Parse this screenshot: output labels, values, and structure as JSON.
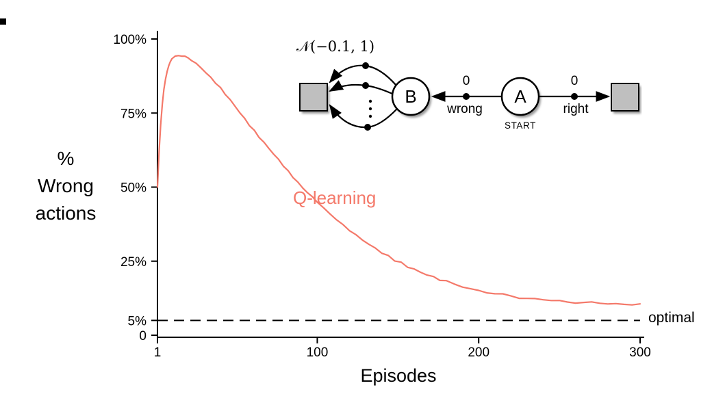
{
  "figure": {
    "ylabel_lines": [
      "%",
      "Wrong",
      "actions"
    ],
    "xlabel": "Episodes",
    "curve_label": "Q-learning",
    "optimal_label": "optimal",
    "colors": {
      "curve": "#f4796a",
      "axis": "#000000",
      "terminal_fill": "#bfbfbf"
    }
  },
  "diagram": {
    "noise_label": "𝒩(−0.1, 1)",
    "state_b_label": "B",
    "state_a_label": "A",
    "start_label": "START",
    "left_action_label": "wrong",
    "right_action_label": "right",
    "left_reward_label": "0",
    "right_reward_label": "0"
  },
  "chart_data": {
    "type": "line",
    "title": "",
    "xlabel": "Episodes",
    "ylabel": "% Wrong actions",
    "xlim": [
      1,
      300
    ],
    "ylim": [
      0,
      100
    ],
    "grid": false,
    "legend_position": "none",
    "xticks": [
      {
        "v": 1,
        "label": "1"
      },
      {
        "v": 100,
        "label": "100"
      },
      {
        "v": 200,
        "label": "200"
      },
      {
        "v": 300,
        "label": "300"
      }
    ],
    "yticks": [
      {
        "v": 100,
        "label": "100%"
      },
      {
        "v": 75,
        "label": "75%"
      },
      {
        "v": 50,
        "label": "50%"
      },
      {
        "v": 25,
        "label": "25%"
      },
      {
        "v": 5,
        "label": "5%"
      },
      {
        "v": 0,
        "label": "0"
      }
    ],
    "series": [
      {
        "name": "Q-learning",
        "type": "line",
        "color": "#f4796a",
        "points": [
          [
            1,
            50
          ],
          [
            2,
            62
          ],
          [
            3,
            71
          ],
          [
            4,
            78
          ],
          [
            5,
            83
          ],
          [
            6,
            86.5
          ],
          [
            7,
            89
          ],
          [
            8,
            91
          ],
          [
            9,
            92.4
          ],
          [
            10,
            93.3
          ],
          [
            12,
            94.1
          ],
          [
            14,
            94.5
          ],
          [
            16,
            94.3
          ],
          [
            18,
            94
          ],
          [
            20,
            93.6
          ],
          [
            22,
            93
          ],
          [
            25,
            91.8
          ],
          [
            28,
            90.4
          ],
          [
            31,
            88.8
          ],
          [
            34,
            87
          ],
          [
            37,
            85.2
          ],
          [
            40,
            83.3
          ],
          [
            43,
            81.3
          ],
          [
            46,
            79.3
          ],
          [
            49,
            77.3
          ],
          [
            52,
            75.2
          ],
          [
            55,
            73.2
          ],
          [
            58,
            71.1
          ],
          [
            61,
            69.1
          ],
          [
            64,
            67
          ],
          [
            67,
            65
          ],
          [
            70,
            63
          ],
          [
            73,
            61
          ],
          [
            76,
            59.1
          ],
          [
            79,
            57.2
          ],
          [
            82,
            55.3
          ],
          [
            85,
            53.5
          ],
          [
            88,
            51.7
          ],
          [
            91,
            49.9
          ],
          [
            94,
            48.2
          ],
          [
            97,
            46.6
          ],
          [
            100,
            45
          ],
          [
            104,
            42.9
          ],
          [
            108,
            40.9
          ],
          [
            112,
            39
          ],
          [
            116,
            37.2
          ],
          [
            120,
            35.4
          ],
          [
            124,
            33.8
          ],
          [
            128,
            32.2
          ],
          [
            132,
            30.7
          ],
          [
            136,
            29.3
          ],
          [
            140,
            27.9
          ],
          [
            144,
            26.6
          ],
          [
            148,
            25.4
          ],
          [
            152,
            24.3
          ],
          [
            156,
            23.2
          ],
          [
            160,
            22.2
          ],
          [
            164,
            21.3
          ],
          [
            168,
            20.4
          ],
          [
            172,
            19.6
          ],
          [
            176,
            18.8
          ],
          [
            180,
            18.1
          ],
          [
            185,
            17.1
          ],
          [
            190,
            16.4
          ],
          [
            195,
            15.7
          ],
          [
            200,
            15.1
          ],
          [
            205,
            14.5
          ],
          [
            210,
            14
          ],
          [
            215,
            13.6
          ],
          [
            220,
            13.2
          ],
          [
            225,
            12.8
          ],
          [
            230,
            12.5
          ],
          [
            235,
            12.2
          ],
          [
            240,
            12
          ],
          [
            245,
            11.7
          ],
          [
            250,
            11.5
          ],
          [
            255,
            11.3
          ],
          [
            260,
            11.2
          ],
          [
            265,
            11
          ],
          [
            270,
            10.9
          ],
          [
            275,
            10.8
          ],
          [
            280,
            10.7
          ],
          [
            285,
            10.6
          ],
          [
            290,
            10.5
          ],
          [
            295,
            10.45
          ],
          [
            300,
            10.4
          ]
        ]
      },
      {
        "name": "optimal",
        "type": "hline",
        "y": 5,
        "color": "#000000",
        "dash": true
      }
    ]
  }
}
